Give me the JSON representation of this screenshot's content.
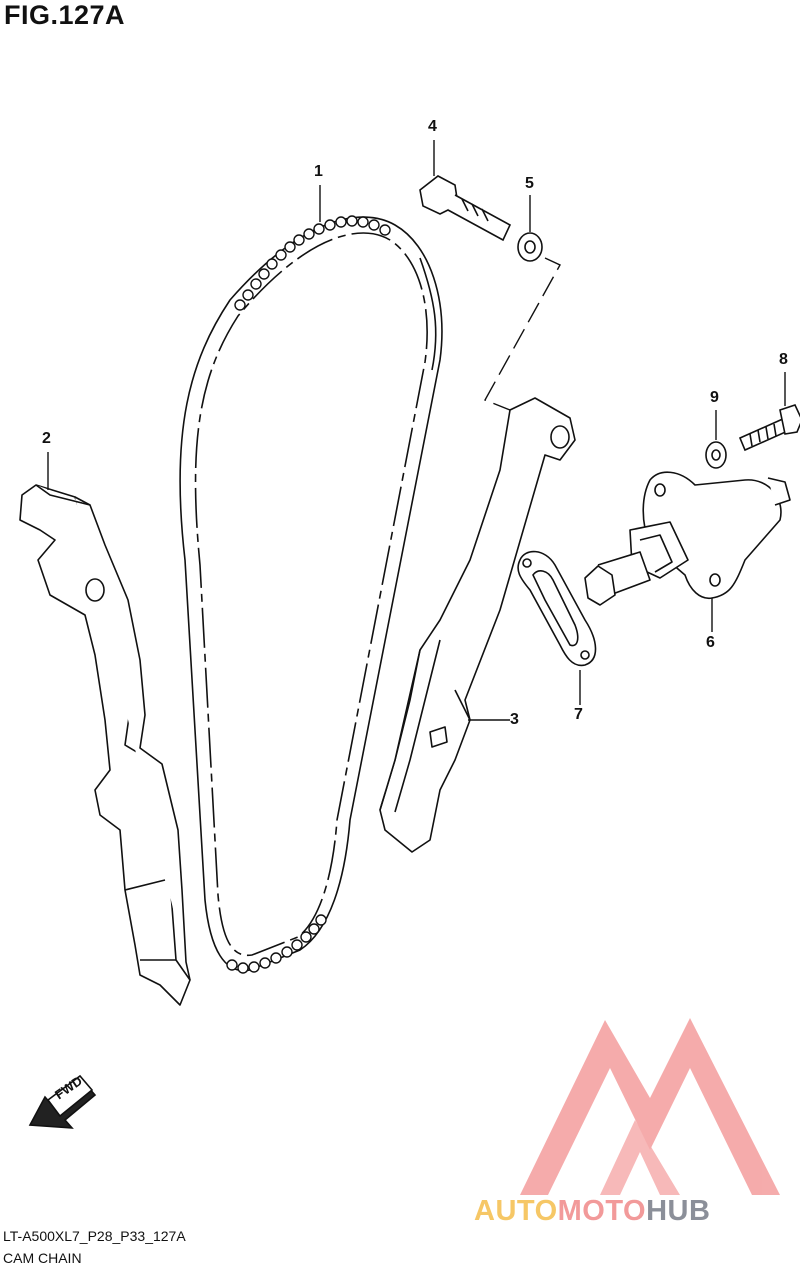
{
  "figure": {
    "title": "FIG.127A",
    "code": "LT-A500XL7_P28_P33_127A",
    "name": "CAM CHAIN"
  },
  "callouts": [
    "1",
    "2",
    "3",
    "4",
    "5",
    "6",
    "7",
    "8",
    "9"
  ],
  "fwd_label": "FWD",
  "watermark": {
    "part1": "AUTO",
    "part2": "MOTO",
    "part3": "HUB",
    "colors": {
      "auto": "#f6c766",
      "moto": "#f29a9a",
      "hub": "#8b8f99",
      "logo": "#f4a3a3"
    }
  }
}
